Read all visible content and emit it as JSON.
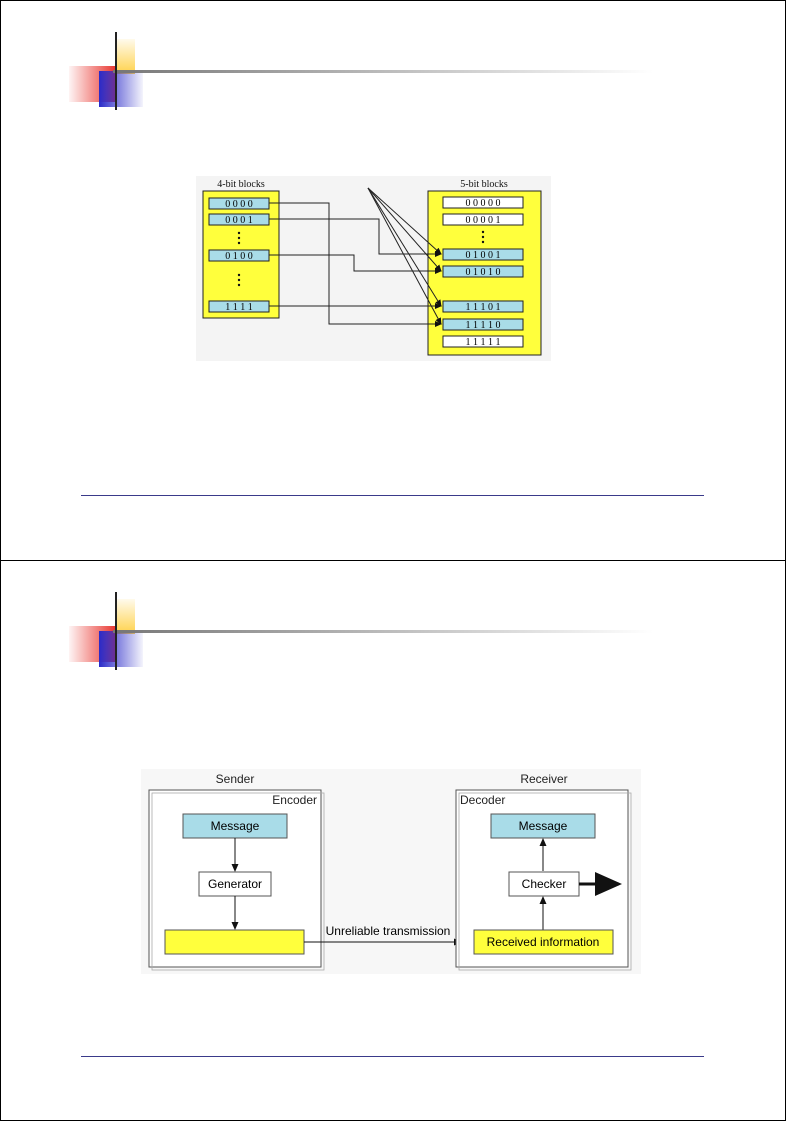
{
  "slide1": {
    "figure": {
      "left_title": "4-bit blocks",
      "right_title": "5-bit blocks",
      "left_blocks": [
        "0 0 0 0",
        "0 0 0 1",
        "0 1 0 0",
        "1 1 1 1"
      ],
      "right_blocks": [
        "0 0 0 0 0",
        "0 0 0 0 1",
        "0 1 0 0 1",
        "0 1 0 1 0",
        "1 1 1 0 1",
        "1 1 1 1 0",
        "1 1 1 1 1"
      ]
    }
  },
  "slide2": {
    "figure": {
      "sender": "Sender",
      "encoder": "Encoder",
      "receiver": "Receiver",
      "decoder": "Decoder",
      "sender_message": "Message",
      "generator": "Generator",
      "transmission": "Unreliable transmission",
      "received_information": "Received information",
      "checker": "Checker",
      "receiver_message": "Message"
    }
  },
  "colors": {
    "yellow": "#ffff3c",
    "light_blue": "#a9dce8",
    "deco_red": "#e8302a",
    "deco_blue": "#2a2ac8",
    "deco_yellow": "#ffd24a"
  }
}
